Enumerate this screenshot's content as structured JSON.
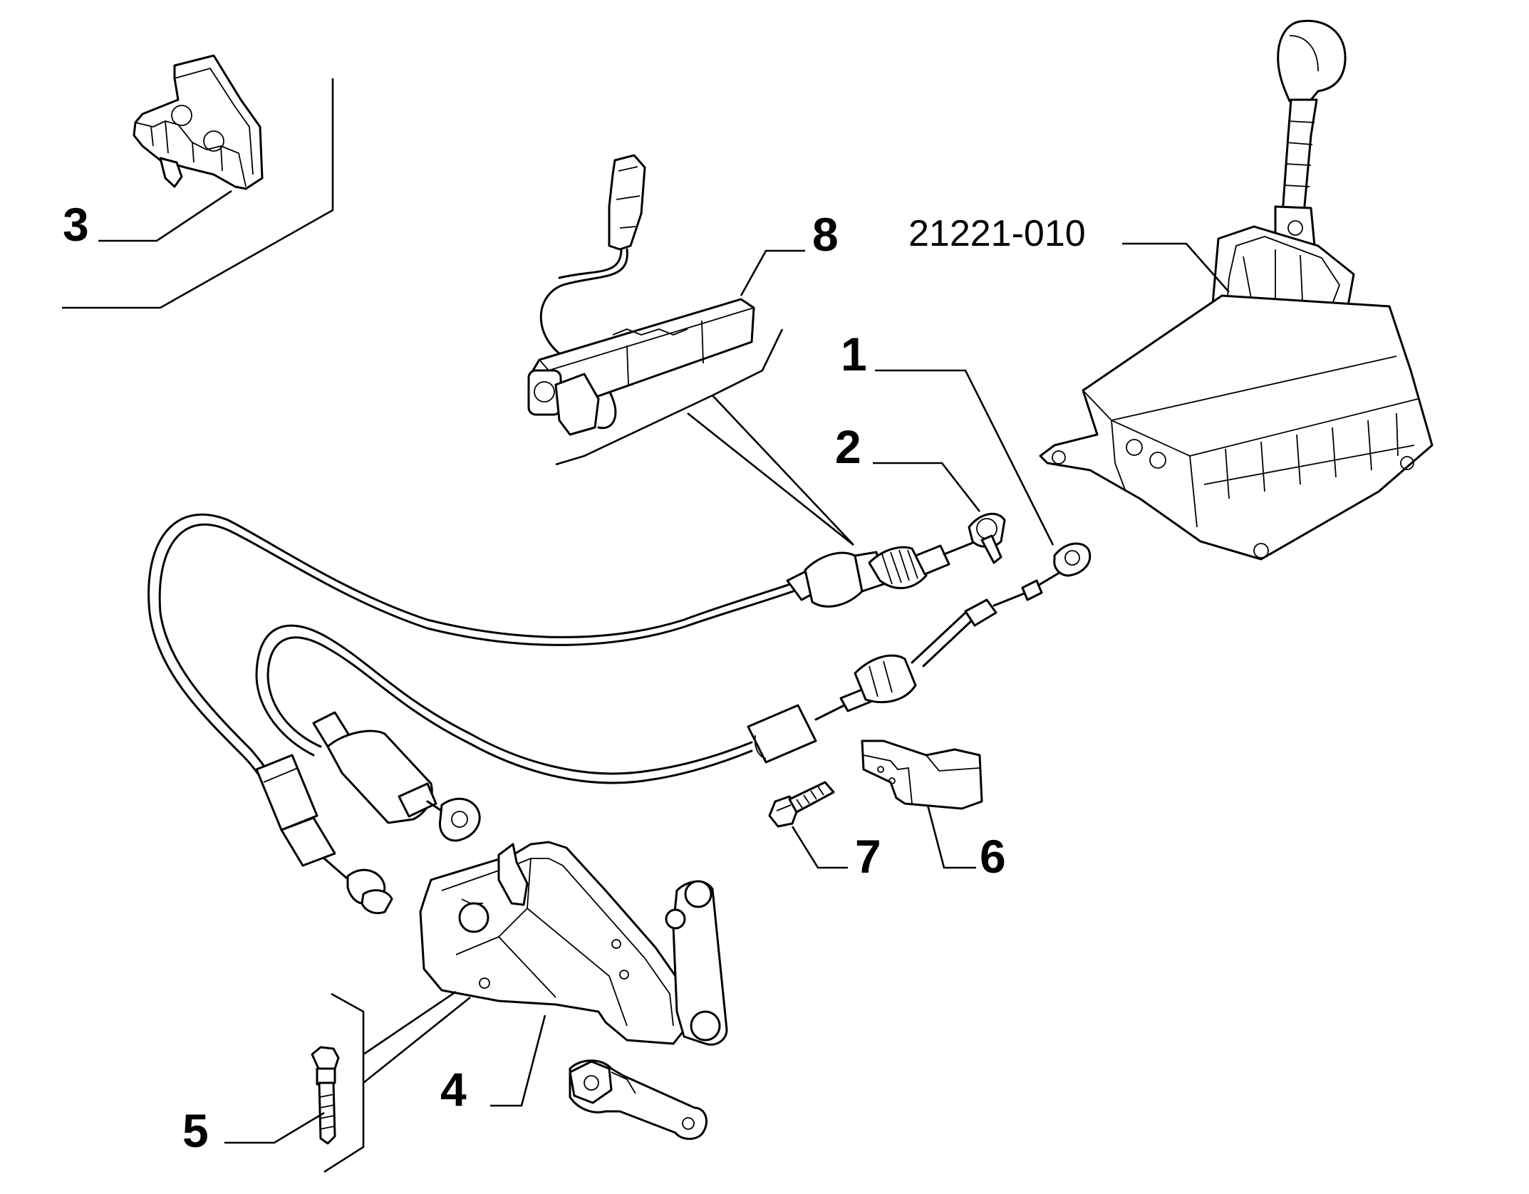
{
  "callouts": {
    "c1": "1",
    "c2": "2",
    "c3": "3",
    "c4": "4",
    "c5": "5",
    "c6": "6",
    "c7": "7",
    "c8": "8",
    "ref": "21221-010"
  },
  "colors": {
    "line": "#000000",
    "background": "#ffffff"
  }
}
